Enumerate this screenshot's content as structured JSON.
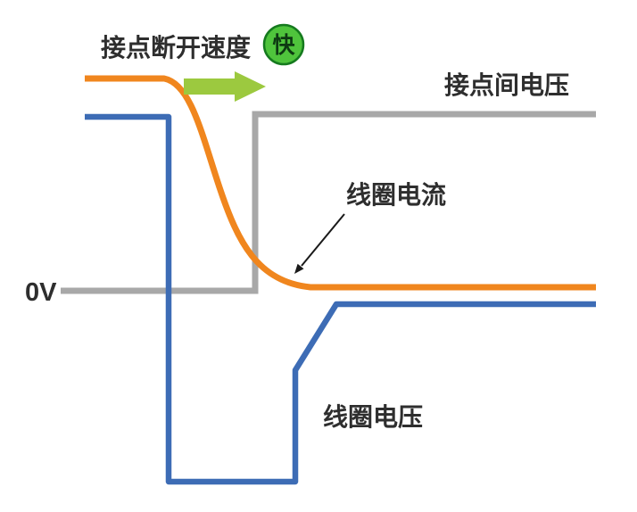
{
  "title": {
    "label": "接点断开速度",
    "badge": "快"
  },
  "labels": {
    "contact_voltage": "接点间电压",
    "coil_current": "线圈电流",
    "coil_voltage": "线圈电压",
    "zero_level": "0V"
  },
  "colors": {
    "coil_current": "#f0861e",
    "coil_voltage": "#3d6cb5",
    "contact_voltage": "#a8a8a8",
    "speed_arrow": "#9cc93f",
    "badge_fill": "#4fc43c",
    "badge_border": "#157a1e",
    "badge_text": "#0d3a12",
    "annotation_arrow": "#1a1a1a",
    "text": "#2e2e2e"
  }
}
